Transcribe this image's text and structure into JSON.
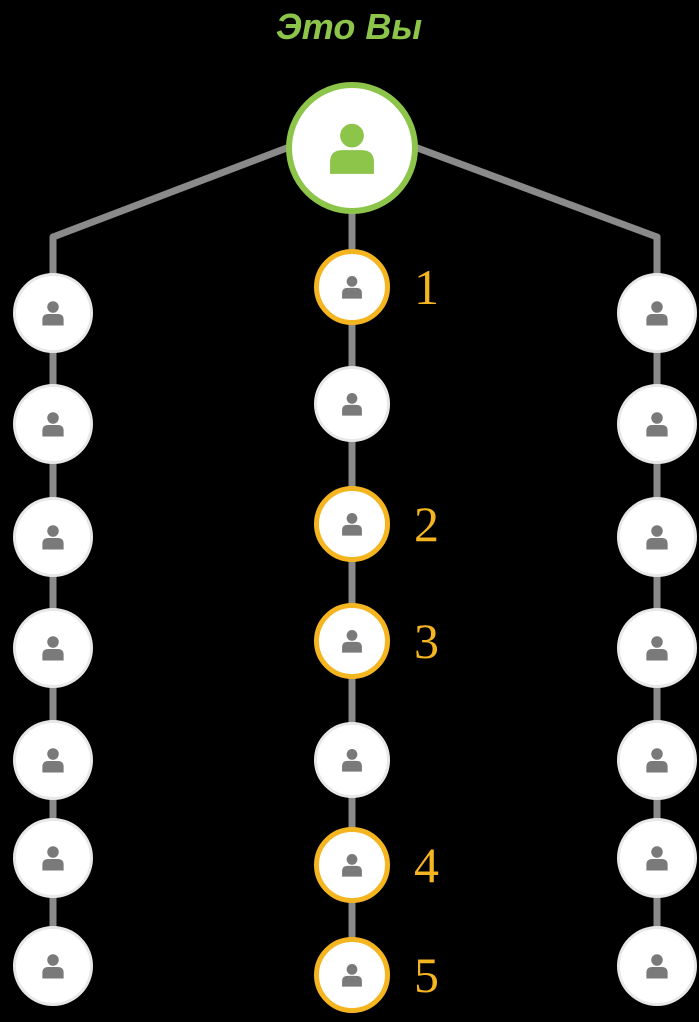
{
  "header": {
    "title": "Это Вы"
  },
  "colors": {
    "you": "#8dc44a",
    "highlight": "#f5b520",
    "connector": "#8a8a8a",
    "person_icon": "#7a7a7a"
  },
  "nodes": {
    "you": {
      "icon": "person-icon"
    },
    "left_column": {
      "count": 7,
      "icon": "person-icon"
    },
    "right_column": {
      "count": 7,
      "icon": "person-icon"
    },
    "center_column": [
      {
        "highlighted": true,
        "label": "1"
      },
      {
        "highlighted": false,
        "label": ""
      },
      {
        "highlighted": true,
        "label": "2"
      },
      {
        "highlighted": true,
        "label": "3"
      },
      {
        "highlighted": false,
        "label": ""
      },
      {
        "highlighted": true,
        "label": "4"
      },
      {
        "highlighted": true,
        "label": "5"
      }
    ]
  }
}
